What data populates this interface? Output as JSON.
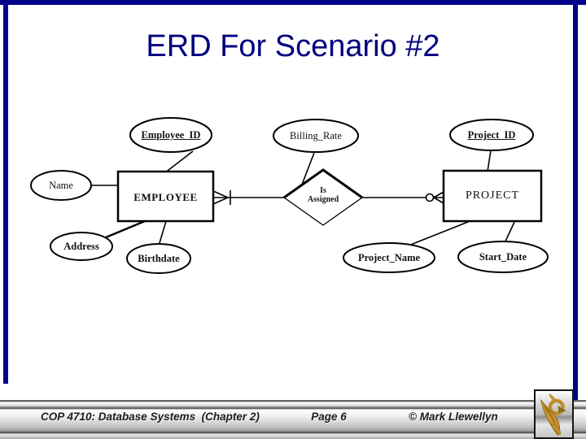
{
  "slide": {
    "title": "ERD For Scenario #2"
  },
  "theme": {
    "frame_navy": "#00008B",
    "title_navy": "#00007F",
    "diagram_ink": "#000000",
    "logo_gold": "#C6932F"
  },
  "diagram": {
    "entities": [
      {
        "label": "EMPLOYEE"
      },
      {
        "label": "PROJECT"
      }
    ],
    "relationship": {
      "line1": "Is",
      "line2": "Assigned"
    },
    "attributes": [
      {
        "label": "Employee_ID",
        "key": true
      },
      {
        "label": "Billing_Rate",
        "key": false
      },
      {
        "label": "Project_ID",
        "key": true
      },
      {
        "label": "Name",
        "key": false
      },
      {
        "label": "Address",
        "key": false
      },
      {
        "label": "Birthdate",
        "key": false
      },
      {
        "label": "Project_Name",
        "key": false
      },
      {
        "label": "Start_Date",
        "key": false
      }
    ]
  },
  "footer": {
    "course": "COP 4710: Database Systems  (Chapter 2)",
    "page": "Page 6",
    "copyright": "© Mark Llewellyn"
  },
  "logo": {
    "name": "ucf-pegasus-logo"
  }
}
